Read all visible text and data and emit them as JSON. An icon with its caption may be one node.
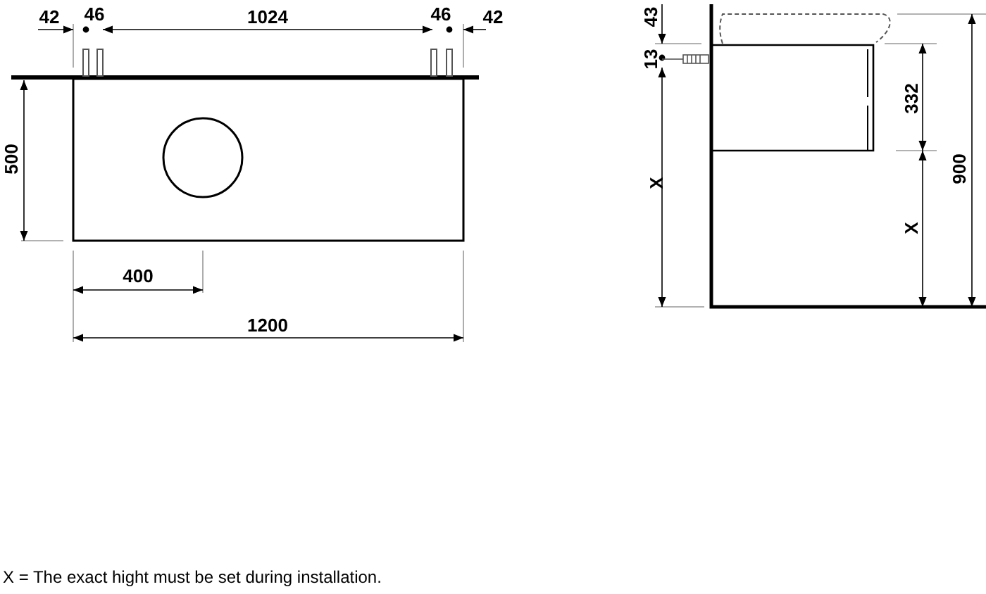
{
  "diagram": {
    "labels": [
      "42",
      "46",
      "1024",
      "46",
      "42",
      "43",
      "13",
      "500",
      "332",
      "X",
      "900",
      "X",
      "400",
      "1200"
    ],
    "caption": "X = The exact hight must be set during installation."
  }
}
